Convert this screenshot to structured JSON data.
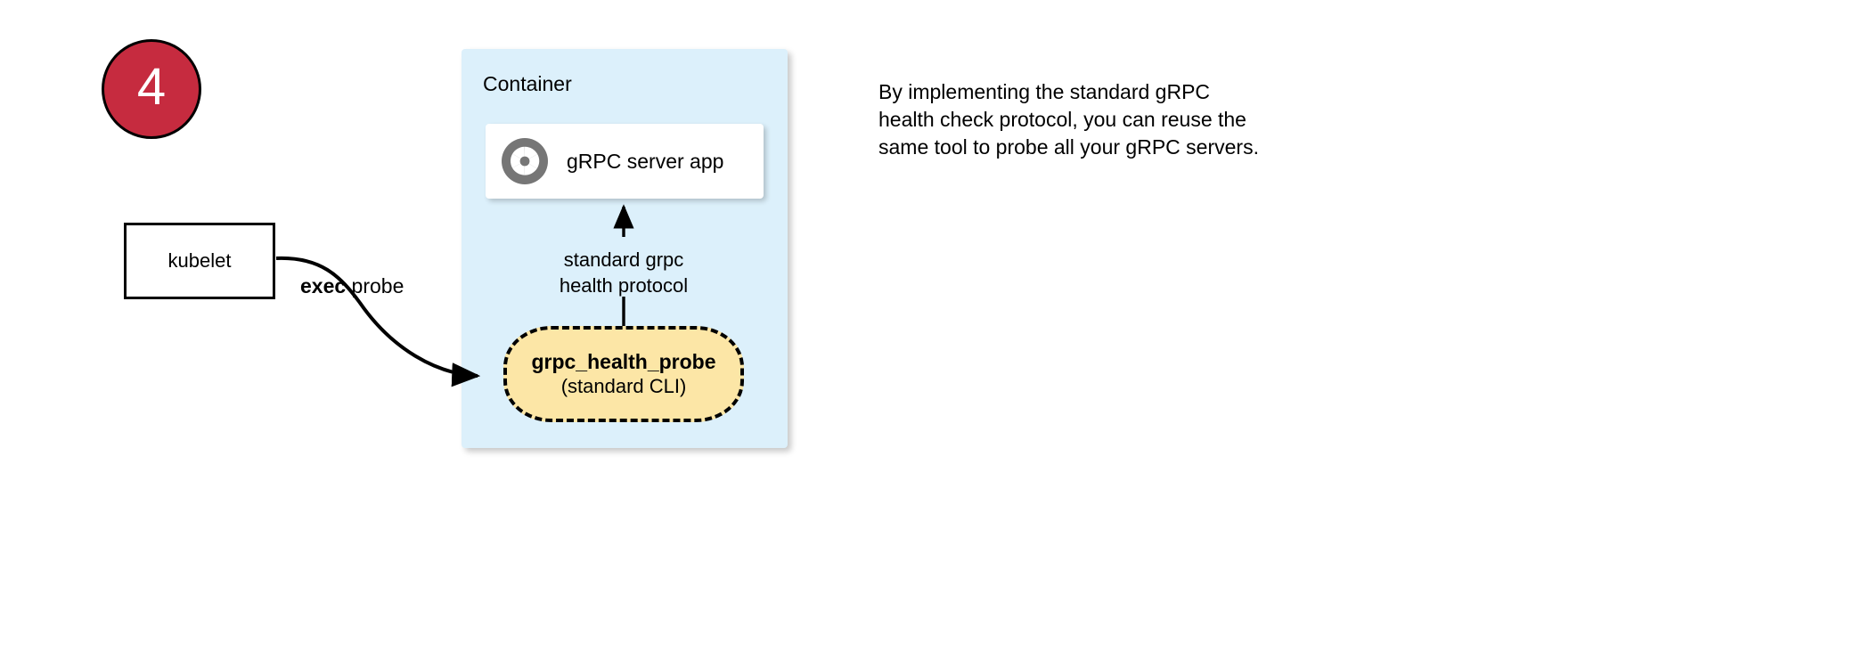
{
  "step": {
    "number": "4"
  },
  "kubelet": {
    "label": "kubelet"
  },
  "edges": {
    "exec_probe_keyword": "exec",
    "exec_probe_rest": " probe",
    "protocol_line1": "standard grpc",
    "protocol_line2": "health protocol"
  },
  "container": {
    "title": "Container",
    "server_app": {
      "label": "gRPC server app",
      "icon": "grpc-aperture-icon"
    },
    "probe": {
      "title": "grpc_health_probe",
      "subtitle": "(standard CLI)"
    }
  },
  "explanation": {
    "text": "By implementing the standard gRPC health check protocol, you can reuse the same tool to probe all your gRPC servers."
  },
  "colors": {
    "badge_red": "#C62B3F",
    "container_blue": "#DCF0FB",
    "probe_yellow": "#FCE6A6",
    "icon_gray": "#767676",
    "stroke_black": "#000000"
  }
}
